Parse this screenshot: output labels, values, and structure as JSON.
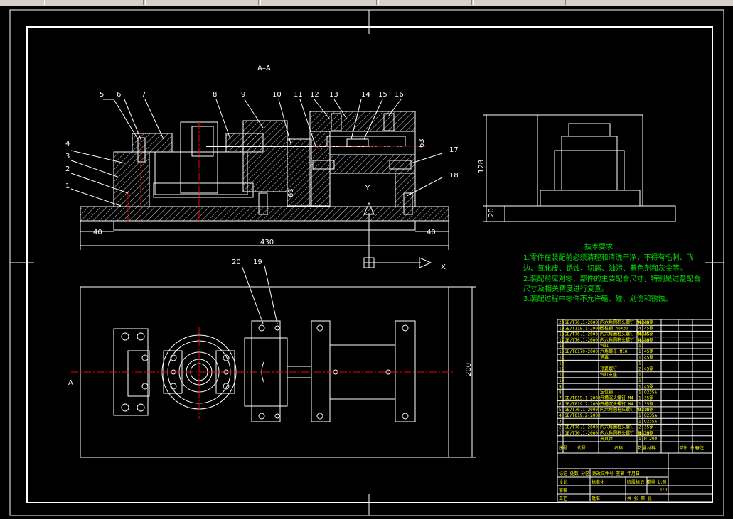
{
  "section_label": "A–A",
  "part_numbers_top": [
    "5",
    "6",
    "7",
    "8",
    "9",
    "10",
    "11",
    "12",
    "13",
    "14",
    "15",
    "16"
  ],
  "part_numbers_left": [
    "4",
    "3",
    "2",
    "1"
  ],
  "part_numbers_right": [
    "17",
    "18"
  ],
  "part_numbers_plan": [
    "20",
    "19"
  ],
  "dims": {
    "left": "40",
    "right": "40",
    "total": "430",
    "height": "128",
    "base": "20",
    "width": "200",
    "small": "63",
    "center": "63"
  },
  "axes": {
    "y": "Y",
    "x": "X"
  },
  "plan_side_mark": "A",
  "tech_title": "技术要求",
  "tech_lines": [
    "1.零件在装配前必须清理和清洗干净，不得有毛刺、飞",
    "边、氧化皮、锈蚀、切屑、油污、着色剂和灰尘等。",
    "2.装配前应对零、部件的主要配合尺寸，特别是过盈配合",
    "尺寸及相关精度进行复查。",
    "3.装配过程中零件不允许磕、碰、划伤和锈蚀。"
  ],
  "bom_rows": [
    [
      "20",
      "GB/T70.1-2000",
      "内六角圆柱头螺钉 M6X30",
      "4",
      "45钢"
    ],
    [
      "19",
      "GB/T119.1-2000",
      "圆柱销 A6X30",
      "4",
      "45钢"
    ],
    [
      "18",
      "GB/T70.1-2000",
      "内六角圆柱头螺钉 M8X35",
      "4",
      "45钢"
    ],
    [
      "17",
      "GB/T70.1-2000",
      "内六角圆柱头螺钉 M8X30",
      "4",
      "45钢"
    ],
    [
      "16",
      "",
      "气缸",
      "1",
      ""
    ],
    [
      "15",
      "GB/T6170-2000",
      "六角螺母 M10",
      "1",
      "45钢"
    ],
    [
      "14",
      "",
      "活塞",
      "1",
      "45钢"
    ],
    [
      "13",
      "",
      "",
      "1",
      ""
    ],
    [
      "12",
      "",
      "顶紧螺钉",
      "2",
      "45钢"
    ],
    [
      "11",
      "",
      "气缸支座",
      "1",
      ""
    ],
    [
      "10",
      "",
      "",
      "1",
      ""
    ],
    [
      "9",
      "",
      "",
      "1",
      "45钢"
    ],
    [
      "8",
      "",
      "定位销",
      "1",
      "Q235A"
    ],
    [
      "7",
      "GB/T819.1-2000",
      "开槽沉头螺钉 M4",
      "1",
      "35钢"
    ],
    [
      "6",
      "GB/T819.2-2000",
      "开槽沉头螺钉 M4",
      "1",
      "35钢"
    ],
    [
      "5",
      "GB/T70.1-2000",
      "内六角圆柱头螺钉 M6X20",
      "2",
      "45钢"
    ],
    [
      "4",
      "GB/T819.2-2000",
      "",
      "1",
      "Q235A"
    ],
    [
      "3",
      "",
      "",
      "1",
      "Q235A"
    ],
    [
      "2",
      "GB/T70.1-2000",
      "内六角圆柱头螺钉",
      "2",
      "35钢"
    ],
    [
      "1",
      "GB/T70.1-2000",
      "内六角圆柱头螺钉 M6X20",
      "6",
      "35钢"
    ],
    [
      "",
      "",
      "夹具体",
      "1",
      "HT200"
    ]
  ],
  "bom_header": [
    "序号",
    "代号",
    "名称",
    "数量",
    "材料",
    "单件 总计",
    "备注"
  ],
  "title_block": {
    "r1": "标记 处数 分区 更改文件号 签名 年月日",
    "r2": "设计",
    "r3": "标准化",
    "r4": "阶段标记 重量 比例",
    "r5": "1:1",
    "r6": "审核",
    "r7": "工艺",
    "r8": "批准",
    "r9": "共 张 第 张"
  }
}
